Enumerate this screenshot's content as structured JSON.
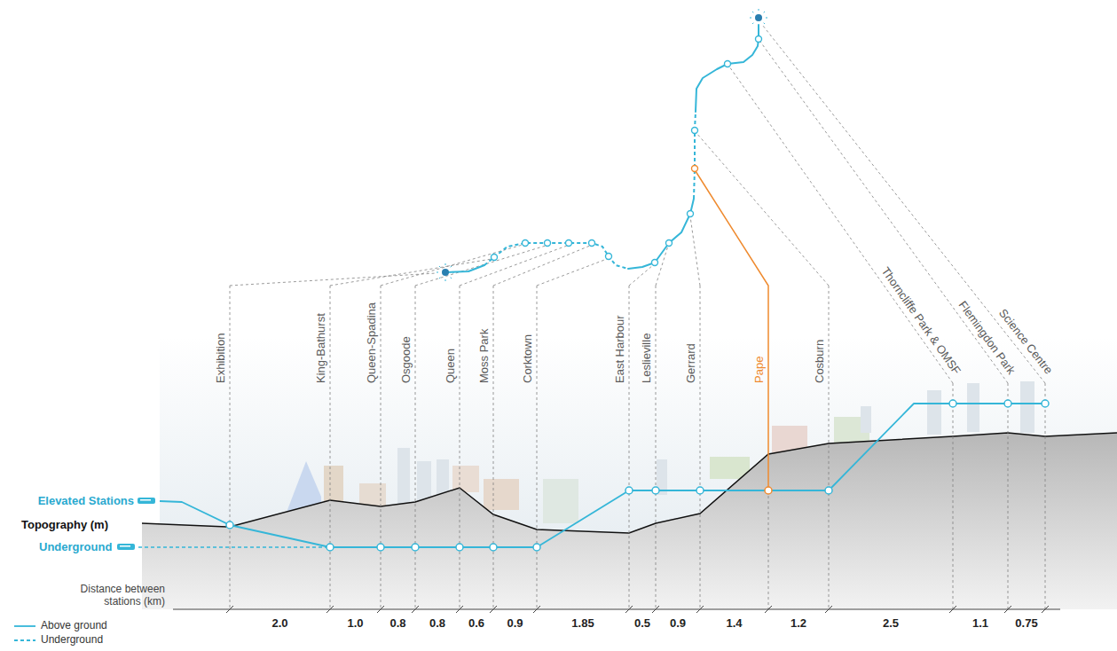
{
  "diagram": {
    "labels": [
      "Exhibition",
      "King-Bathurst",
      "Queen-Spadina",
      "Osgoode",
      "Queen",
      "Moss Park",
      "Corktown",
      "East Harbour",
      "Leslieville",
      "Gerrard",
      "Pape",
      "Cosburn",
      "Thorncliffe Park & OMSF",
      "Flemingdon Park",
      "Science Centre",
      "2.0",
      "1.0",
      "0.8",
      "0.8",
      "0.6",
      "0.9",
      "1.85",
      "0.5",
      "0.9",
      "1.4",
      "1.2",
      "2.5",
      "1.1",
      "0.75",
      "Elevated Stations",
      "Topography (m)",
      "Underground",
      "Distance between stations (km)"
    ],
    "legend": [
      {
        "text": "Above ground"
      },
      {
        "text": "Underground"
      }
    ]
  }
}
